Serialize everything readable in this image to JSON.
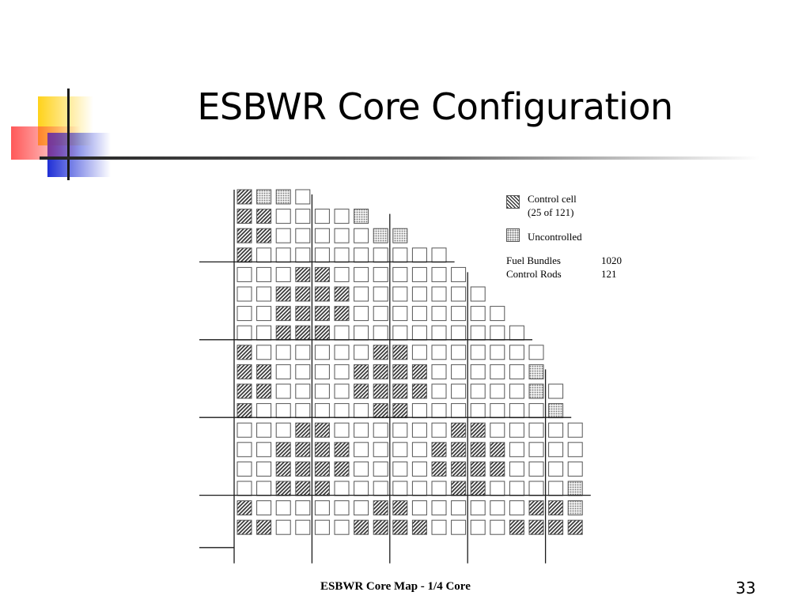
{
  "slide": {
    "title": "ESBWR Core Configuration",
    "page_number": "33"
  },
  "figure": {
    "caption": "ESBWR Core Map - 1/4 Core",
    "legend": {
      "control_cell_label": "Control cell",
      "control_cell_count": "(25 of 121)",
      "uncontrolled_label": "Uncontrolled",
      "fuel_bundles_label": "Fuel Bundles",
      "fuel_bundles_value": "1020",
      "control_rods_label": "Control Rods",
      "control_rods_value": "121"
    },
    "core_map": {
      "row_lengths": [
        4,
        7,
        9,
        11,
        12,
        13,
        14,
        15,
        16,
        16,
        17,
        17,
        18,
        18,
        18,
        18,
        18,
        18
      ],
      "control_cells": [
        [
          0,
          0
        ],
        [
          1,
          0
        ],
        [
          1,
          1
        ],
        [
          2,
          0
        ],
        [
          2,
          1
        ],
        [
          3,
          0
        ],
        [
          4,
          3
        ],
        [
          4,
          4
        ],
        [
          5,
          2
        ],
        [
          5,
          3
        ],
        [
          5,
          4
        ],
        [
          5,
          5
        ],
        [
          6,
          2
        ],
        [
          6,
          3
        ],
        [
          6,
          4
        ],
        [
          6,
          5
        ],
        [
          7,
          2
        ],
        [
          7,
          3
        ],
        [
          7,
          4
        ],
        [
          8,
          0
        ],
        [
          8,
          7
        ],
        [
          8,
          8
        ],
        [
          9,
          0
        ],
        [
          9,
          1
        ],
        [
          9,
          6
        ],
        [
          9,
          7
        ],
        [
          9,
          8
        ],
        [
          9,
          9
        ],
        [
          10,
          0
        ],
        [
          10,
          1
        ],
        [
          10,
          6
        ],
        [
          10,
          7
        ],
        [
          10,
          8
        ],
        [
          10,
          9
        ],
        [
          11,
          0
        ],
        [
          11,
          7
        ],
        [
          11,
          8
        ],
        [
          12,
          3
        ],
        [
          12,
          4
        ],
        [
          12,
          11
        ],
        [
          12,
          12
        ],
        [
          13,
          2
        ],
        [
          13,
          3
        ],
        [
          13,
          4
        ],
        [
          13,
          5
        ],
        [
          13,
          10
        ],
        [
          13,
          11
        ],
        [
          13,
          12
        ],
        [
          13,
          13
        ],
        [
          14,
          2
        ],
        [
          14,
          3
        ],
        [
          14,
          4
        ],
        [
          14,
          5
        ],
        [
          14,
          10
        ],
        [
          14,
          11
        ],
        [
          14,
          12
        ],
        [
          14,
          13
        ],
        [
          15,
          2
        ],
        [
          15,
          3
        ],
        [
          15,
          4
        ],
        [
          15,
          11
        ],
        [
          15,
          12
        ],
        [
          16,
          0
        ],
        [
          16,
          7
        ],
        [
          16,
          8
        ],
        [
          16,
          15
        ],
        [
          16,
          16
        ],
        [
          17,
          0
        ],
        [
          17,
          1
        ],
        [
          17,
          6
        ],
        [
          17,
          7
        ],
        [
          17,
          8
        ],
        [
          17,
          9
        ],
        [
          17,
          14
        ],
        [
          17,
          15
        ],
        [
          17,
          16
        ],
        [
          17,
          17
        ]
      ],
      "uncontrolled_cells": [
        [
          0,
          1
        ],
        [
          0,
          2
        ],
        [
          1,
          6
        ],
        [
          2,
          7
        ],
        [
          2,
          8
        ],
        [
          9,
          15
        ],
        [
          10,
          15
        ],
        [
          11,
          16
        ],
        [
          15,
          17
        ],
        [
          16,
          17
        ]
      ]
    }
  },
  "colors": {
    "accent_yellow": "#ffd21a",
    "accent_red": "#ff3b3b",
    "accent_blue": "#1f2fd6",
    "line_dark": "#1a1a1a",
    "cell_border": "#555555"
  }
}
